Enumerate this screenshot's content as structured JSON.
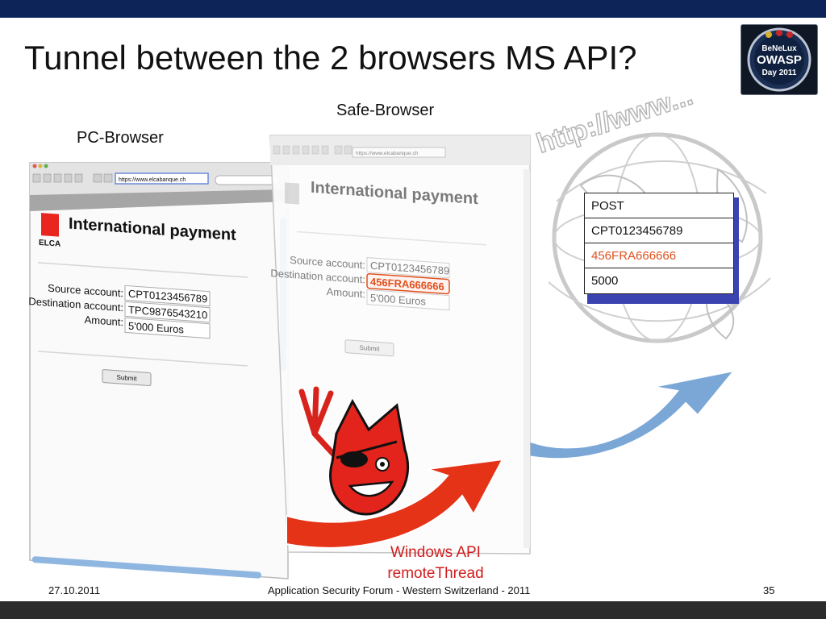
{
  "slide": {
    "title": "Tunnel between the 2 browsers MS API?",
    "pc_browser_label": "PC-Browser",
    "safe_browser_label": "Safe-Browser",
    "api_label_line1": "Windows API",
    "api_label_line2": "remoteThread"
  },
  "badge": {
    "line1": "BeNeLux",
    "line2": "OWASP",
    "line3": "Day 2011"
  },
  "globe_text": "http://www...",
  "pc_browser": {
    "url": "https://www.elcabanque.ch",
    "logo_text": "ELCA",
    "heading": "International payment",
    "source_label": "Source account:",
    "destination_label": "Destination account:",
    "amount_label": "Amount:",
    "source_value": "CPT0123456789",
    "destination_value": "TPC9876543210",
    "amount_value": "5'000 Euros",
    "submit_label": "Submit"
  },
  "safe_browser": {
    "url": "https://www.elcabanque.ch",
    "heading": "International payment",
    "source_label": "Source account:",
    "destination_label": "Destination account:",
    "amount_label": "Amount:",
    "source_value": "CPT0123456789",
    "destination_value": "456FRA666666",
    "amount_value": "5'000 Euros",
    "submit_label": "Submit"
  },
  "packet": {
    "rows": [
      "POST",
      "CPT0123456789",
      "456FRA666666",
      "5000"
    ]
  },
  "footer": {
    "date": "27.10.2011",
    "center": "Application Security Forum - Western Switzerland - 2011",
    "page": "35"
  },
  "colors": {
    "top_bar": "#0d2458",
    "bottom_bar": "#2b2b2b",
    "accent_red": "#d11d1d",
    "packet_highlight": "#e0501e",
    "arrow_blue": "#7aa7d6"
  }
}
